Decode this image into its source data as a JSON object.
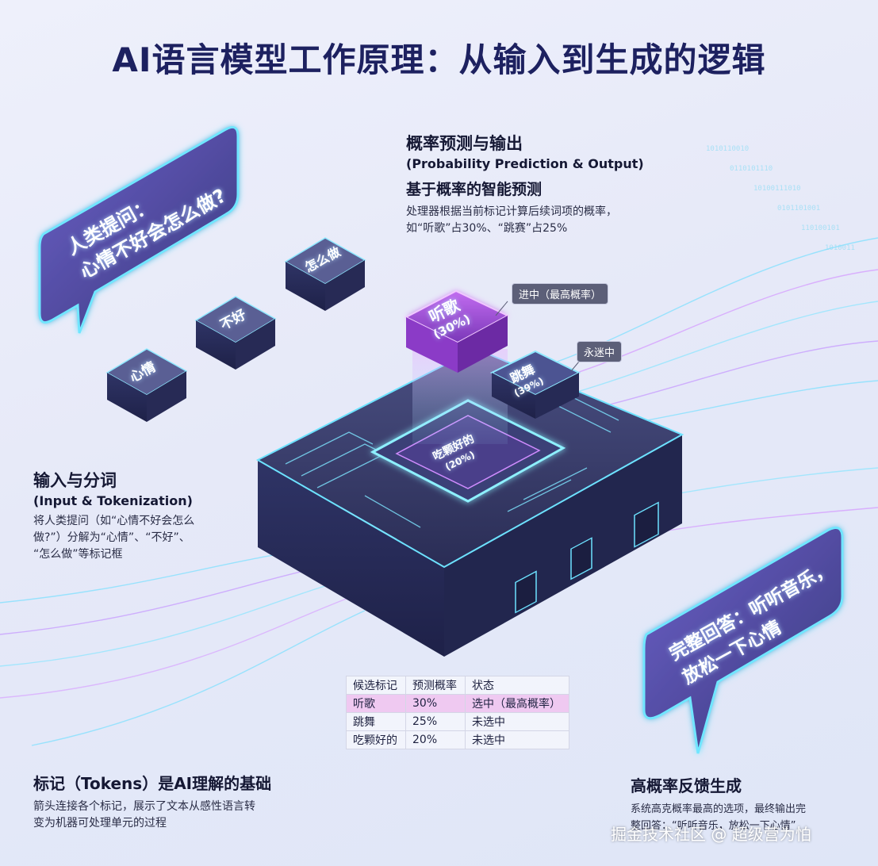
{
  "title": "AI语言模型工作原理：从输入到生成的逻辑",
  "prob_section": {
    "heading": "概率预测与输出",
    "subtitle": "(Probability Prediction & Output)",
    "subheading": "基于概率的智能预测",
    "body_line1": "处理器根据当前标记计算后续词项的概率，",
    "body_line2": "如“听歌”占30%、“跳赛”占25%"
  },
  "input_section": {
    "heading": "输入与分词",
    "subtitle": "(Input & Tokenization)",
    "body_line1": "将人类提问（如“心情不好会怎么",
    "body_line2": "做?”）分解为“心情”、“不好”、",
    "body_line3": "“怎么做”等标记框"
  },
  "tokens_section": {
    "heading": "标记（Tokens）是AI理解的基础",
    "body_line1": "箭头连接各个标记，展示了文本从感性语言转",
    "body_line2": "变为机器可处理单元的过程"
  },
  "feedback_section": {
    "heading": "高概率反馈生成",
    "body_line1": "系统高克概率最高的选项，最终输出完",
    "body_line2": "整回答：“听听音乐，放松一下心情”"
  },
  "question_bubble": {
    "line1": "人类提问：",
    "line2": "心情不好会怎么做?"
  },
  "answer_bubble": {
    "line1": "完整回答：听听音乐，",
    "line2": "放松一下心情"
  },
  "tokens": [
    "心情",
    "不好",
    "怎么做"
  ],
  "candidates": {
    "top": {
      "word": "听歌",
      "prob": "(30%)"
    },
    "second": {
      "word": "跳舞",
      "prob": "(39%)"
    },
    "third": {
      "word": "吃颗好的",
      "prob": "(20%)"
    }
  },
  "tags": {
    "selected": "进中（最高概率）",
    "unselected": "永迷中"
  },
  "table": {
    "headers": [
      "候选标记",
      "预测概率",
      "状态"
    ],
    "rows": [
      [
        "听歌",
        "30%",
        "选中（最高概率）"
      ],
      [
        "跳舞",
        "25%",
        "未选中"
      ],
      [
        "吃颗好的",
        "20%",
        "未选中"
      ]
    ]
  },
  "watermark": "掘金技术社区 @ 超级营为怕",
  "colors": {
    "accent_cyan": "#5ee7ff",
    "accent_purple": "#b14be6",
    "dark_navy": "#2b2f55",
    "title": "#1d2160"
  }
}
